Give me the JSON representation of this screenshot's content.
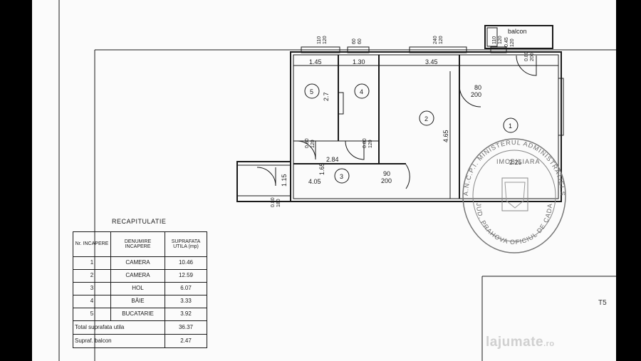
{
  "plan": {
    "balcony_label": "balcon",
    "top_dims": [
      {
        "top": "110",
        "bottom": "120"
      },
      {
        "top": "60",
        "bottom": "60"
      },
      {
        "top": "240",
        "bottom": "120"
      },
      {
        "top": "110",
        "bottom": "120"
      },
      {
        "top": "0.45",
        "bottom": "120"
      }
    ],
    "balcony_door": {
      "top": "0.80",
      "bottom": "200"
    },
    "room_widths": {
      "w5": "1.45",
      "w4": "1.30",
      "w2": "3.45",
      "w1": "2.25"
    },
    "room_heights": {
      "h5": "2.7",
      "h2": "4.65",
      "h3": "1.65",
      "h_left": "1.15"
    },
    "hall_dims": {
      "w_top": "2.84",
      "w_bottom": "4.05"
    },
    "doors": [
      {
        "top": "0.80",
        "bottom": "120"
      },
      {
        "top": "0.80",
        "bottom": "120"
      },
      {
        "top": "90",
        "bottom": "200"
      },
      {
        "top": "80",
        "bottom": "200"
      },
      {
        "top": "0.80",
        "bottom": "180"
      }
    ],
    "room_numbers": [
      "1",
      "2",
      "3",
      "4",
      "5"
    ]
  },
  "recap": {
    "title": "RECAPITULATIE",
    "headers": [
      "Nr. INCAPERE",
      "DENUMIRE INCAPERE",
      "SUPRAFATA UTILA (mp)"
    ],
    "rows": [
      {
        "nr": "1",
        "name": "CAMERA",
        "area": "10.46"
      },
      {
        "nr": "2",
        "name": "CAMERA",
        "area": "12.59"
      },
      {
        "nr": "3",
        "name": "HOL",
        "area": "6.07"
      },
      {
        "nr": "4",
        "name": "BĂIE",
        "area": "3.33"
      },
      {
        "nr": "5",
        "name": "BUCATARIE",
        "area": "3.92"
      }
    ],
    "total_label": "Total suprafata utila",
    "total_value": "36.37",
    "balcony_label": "Supraf. balcon",
    "balcony_value": "2.47"
  },
  "stamp": {
    "outer_text": "A.N.C.P.I. MINISTERUL ADMINISTRATIEI SI INTERNELOR",
    "inner_text": "JUD. PRAHOVA  OFICIUL DE CADASTRU",
    "center_text": "IMOBILIARA"
  },
  "watermark": {
    "name": "lajumate",
    "tld": ".ro"
  },
  "page_mark": "T5"
}
